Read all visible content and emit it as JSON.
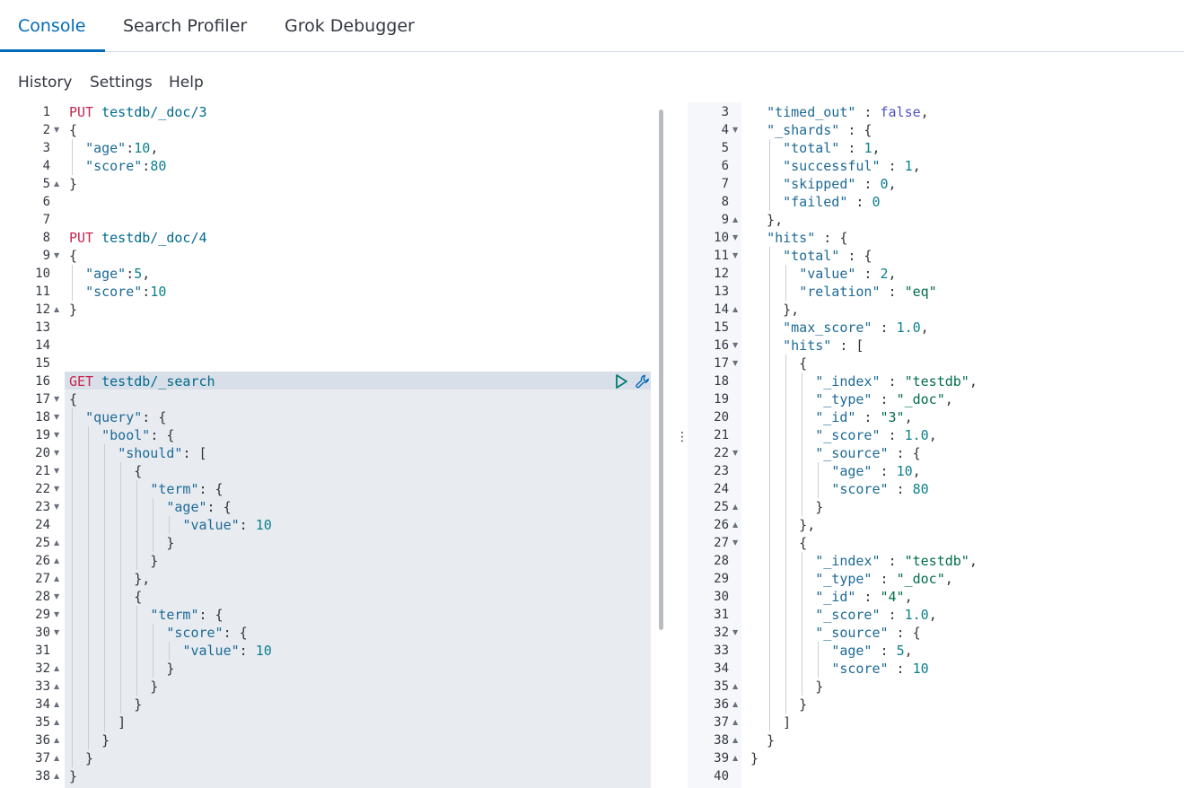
{
  "tabs": [
    {
      "label": "Console",
      "active": true
    },
    {
      "label": "Search Profiler",
      "active": false
    },
    {
      "label": "Grok Debugger",
      "active": false
    }
  ],
  "toolbar": {
    "history": "History",
    "settings": "Settings",
    "help": "Help"
  },
  "colors": {
    "accent": "#006bb8",
    "keyword": "#c7254e",
    "string": "#016e46",
    "number": "#0a7f8f",
    "boolean": "#5151c2"
  },
  "icons": {
    "run": "play-icon",
    "wrench": "wrench-icon",
    "divider": "vertical-ellipsis-icon"
  },
  "request_editor": {
    "lines": [
      {
        "n": "1",
        "fold": "",
        "text": "PUT testdb/_doc/3"
      },
      {
        "n": "2",
        "fold": "open",
        "text": "{"
      },
      {
        "n": "3",
        "fold": "",
        "text": "  \"age\":10,"
      },
      {
        "n": "4",
        "fold": "",
        "text": "  \"score\":80"
      },
      {
        "n": "5",
        "fold": "close",
        "text": "}"
      },
      {
        "n": "6",
        "fold": "",
        "text": ""
      },
      {
        "n": "7",
        "fold": "",
        "text": ""
      },
      {
        "n": "8",
        "fold": "",
        "text": "PUT testdb/_doc/4"
      },
      {
        "n": "9",
        "fold": "open",
        "text": "{"
      },
      {
        "n": "10",
        "fold": "",
        "text": "  \"age\":5,"
      },
      {
        "n": "11",
        "fold": "",
        "text": "  \"score\":10"
      },
      {
        "n": "12",
        "fold": "close",
        "text": "}"
      },
      {
        "n": "13",
        "fold": "",
        "text": ""
      },
      {
        "n": "14",
        "fold": "",
        "text": ""
      },
      {
        "n": "15",
        "fold": "",
        "text": ""
      },
      {
        "n": "16",
        "fold": "",
        "text": "GET testdb/_search"
      },
      {
        "n": "17",
        "fold": "open",
        "text": "{"
      },
      {
        "n": "18",
        "fold": "open",
        "text": "  \"query\": {"
      },
      {
        "n": "19",
        "fold": "open",
        "text": "    \"bool\": {"
      },
      {
        "n": "20",
        "fold": "open",
        "text": "      \"should\": ["
      },
      {
        "n": "21",
        "fold": "open",
        "text": "        {"
      },
      {
        "n": "22",
        "fold": "open",
        "text": "          \"term\": {"
      },
      {
        "n": "23",
        "fold": "open",
        "text": "            \"age\": {"
      },
      {
        "n": "24",
        "fold": "",
        "text": "              \"value\": 10"
      },
      {
        "n": "25",
        "fold": "close",
        "text": "            }"
      },
      {
        "n": "26",
        "fold": "close",
        "text": "          }"
      },
      {
        "n": "27",
        "fold": "close",
        "text": "        },"
      },
      {
        "n": "28",
        "fold": "open",
        "text": "        {"
      },
      {
        "n": "29",
        "fold": "open",
        "text": "          \"term\": {"
      },
      {
        "n": "30",
        "fold": "open",
        "text": "            \"score\": {"
      },
      {
        "n": "31",
        "fold": "",
        "text": "              \"value\": 10"
      },
      {
        "n": "32",
        "fold": "close",
        "text": "            }"
      },
      {
        "n": "33",
        "fold": "close",
        "text": "          }"
      },
      {
        "n": "34",
        "fold": "close",
        "text": "        }"
      },
      {
        "n": "35",
        "fold": "close",
        "text": "      ]"
      },
      {
        "n": "36",
        "fold": "close",
        "text": "    }"
      },
      {
        "n": "37",
        "fold": "close",
        "text": "  }"
      },
      {
        "n": "38",
        "fold": "close",
        "text": "}"
      }
    ]
  },
  "response_editor": {
    "lines": [
      {
        "n": "3",
        "fold": "",
        "text": "  \"timed_out\" : false,"
      },
      {
        "n": "4",
        "fold": "open",
        "text": "  \"_shards\" : {"
      },
      {
        "n": "5",
        "fold": "",
        "text": "    \"total\" : 1,"
      },
      {
        "n": "6",
        "fold": "",
        "text": "    \"successful\" : 1,"
      },
      {
        "n": "7",
        "fold": "",
        "text": "    \"skipped\" : 0,"
      },
      {
        "n": "8",
        "fold": "",
        "text": "    \"failed\" : 0"
      },
      {
        "n": "9",
        "fold": "close",
        "text": "  },"
      },
      {
        "n": "10",
        "fold": "open",
        "text": "  \"hits\" : {"
      },
      {
        "n": "11",
        "fold": "open",
        "text": "    \"total\" : {"
      },
      {
        "n": "12",
        "fold": "",
        "text": "      \"value\" : 2,"
      },
      {
        "n": "13",
        "fold": "",
        "text": "      \"relation\" : \"eq\""
      },
      {
        "n": "14",
        "fold": "close",
        "text": "    },"
      },
      {
        "n": "15",
        "fold": "",
        "text": "    \"max_score\" : 1.0,"
      },
      {
        "n": "16",
        "fold": "open",
        "text": "    \"hits\" : ["
      },
      {
        "n": "17",
        "fold": "open",
        "text": "      {"
      },
      {
        "n": "18",
        "fold": "",
        "text": "        \"_index\" : \"testdb\","
      },
      {
        "n": "19",
        "fold": "",
        "text": "        \"_type\" : \"_doc\","
      },
      {
        "n": "20",
        "fold": "",
        "text": "        \"_id\" : \"3\","
      },
      {
        "n": "21",
        "fold": "",
        "text": "        \"_score\" : 1.0,"
      },
      {
        "n": "22",
        "fold": "open",
        "text": "        \"_source\" : {"
      },
      {
        "n": "23",
        "fold": "",
        "text": "          \"age\" : 10,"
      },
      {
        "n": "24",
        "fold": "",
        "text": "          \"score\" : 80"
      },
      {
        "n": "25",
        "fold": "close",
        "text": "        }"
      },
      {
        "n": "26",
        "fold": "close",
        "text": "      },"
      },
      {
        "n": "27",
        "fold": "open",
        "text": "      {"
      },
      {
        "n": "28",
        "fold": "",
        "text": "        \"_index\" : \"testdb\","
      },
      {
        "n": "29",
        "fold": "",
        "text": "        \"_type\" : \"_doc\","
      },
      {
        "n": "30",
        "fold": "",
        "text": "        \"_id\" : \"4\","
      },
      {
        "n": "31",
        "fold": "",
        "text": "        \"_score\" : 1.0,"
      },
      {
        "n": "32",
        "fold": "open",
        "text": "        \"_source\" : {"
      },
      {
        "n": "33",
        "fold": "",
        "text": "          \"age\" : 5,"
      },
      {
        "n": "34",
        "fold": "",
        "text": "          \"score\" : 10"
      },
      {
        "n": "35",
        "fold": "close",
        "text": "        }"
      },
      {
        "n": "36",
        "fold": "close",
        "text": "      }"
      },
      {
        "n": "37",
        "fold": "close",
        "text": "    ]"
      },
      {
        "n": "38",
        "fold": "close",
        "text": "  }"
      },
      {
        "n": "39",
        "fold": "close",
        "text": "}"
      },
      {
        "n": "40",
        "fold": "",
        "text": ""
      }
    ]
  }
}
